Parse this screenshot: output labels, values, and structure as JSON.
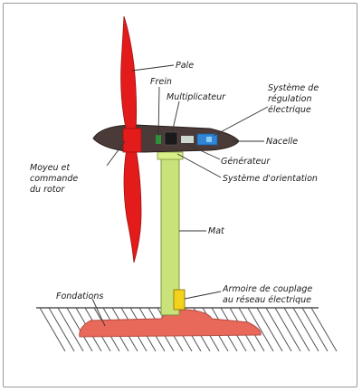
{
  "labels": {
    "pale": "Pale",
    "frein": "Frein",
    "multiplicateur": "Multiplicateur",
    "regulation_line1": "Système de",
    "regulation_line2": "régulation",
    "regulation_line3": "électrique",
    "nacelle": "Nacelle",
    "generateur": "Générateur",
    "orientation": "Système d'orientation",
    "moyeu_line1": "Moyeu et",
    "moyeu_line2": "commande",
    "moyeu_line3": "du rotor",
    "mat": "Mat",
    "armoire_line1": "Armoire de couplage",
    "armoire_line2": "au réseau électrique",
    "fondations": "Fondations"
  },
  "colors": {
    "blade": "#e31b1b",
    "nacelle": "#4a3b38",
    "mast": "#c9e27a",
    "foundation": "#e8685a",
    "cabinet": "#f2d21a",
    "regulator": "#2f86d8",
    "leader": "#333333"
  }
}
